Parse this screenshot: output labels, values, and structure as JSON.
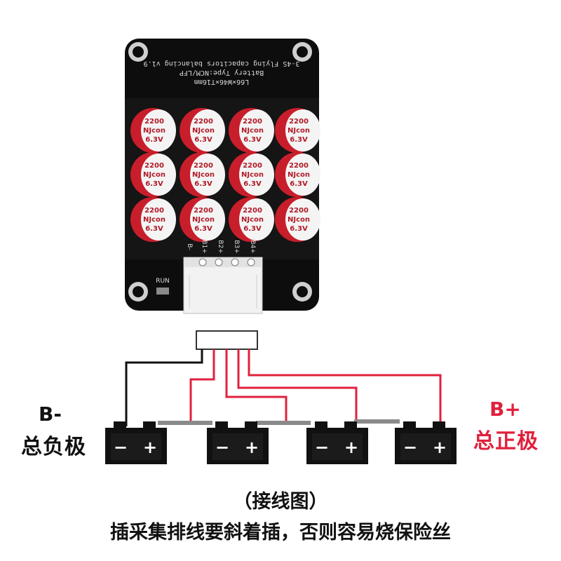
{
  "board": {
    "lines": [
      "L66×W46×T16mm",
      "Battery Type:NCM/LFP",
      "3-4S Flying capacitors balancing v1.9"
    ],
    "capacitor": {
      "value": "2200",
      "brand": "NJcon",
      "voltage": "6.3V"
    },
    "capacitor_count": 12,
    "pins": [
      "B-",
      "B1+",
      "B2+",
      "B3+",
      "B4+"
    ],
    "run_label": "RUN"
  },
  "labels": {
    "b_minus": "B-",
    "b_minus_cn": "总负极",
    "b_plus": "B+",
    "b_plus_cn": "总正极"
  },
  "battery_terminals": {
    "minus": "−",
    "plus": "+"
  },
  "caption": "（接线图）",
  "note": "插采集排线要斜着插，否则容易烧保险丝",
  "colors": {
    "board": "#0d0d0d",
    "cap_red": "#c81e2b",
    "wire_red": "#e0213d",
    "wire_black": "#111111",
    "label_red": "#e0213d"
  }
}
